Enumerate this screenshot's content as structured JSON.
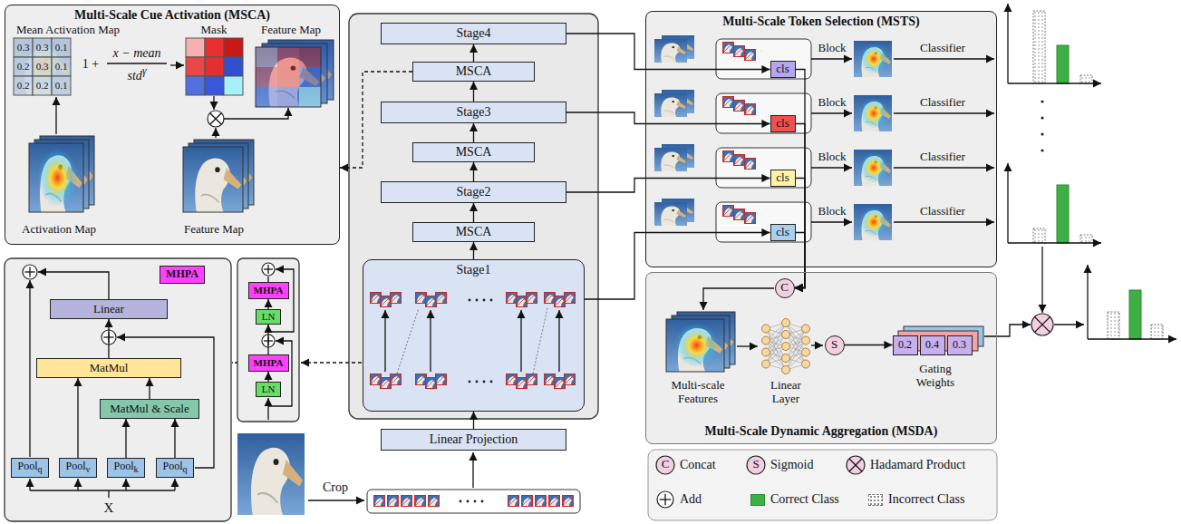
{
  "diagram": {
    "nodes": [
      {
        "text": [
          "Multi-Scale Cue Activation (MSCA)"
        ]
      },
      {
        "text": [
          "MHPA"
        ]
      },
      {
        "text": [
          "Linear"
        ]
      },
      {
        "text": [
          "MatMul"
        ]
      },
      {
        "text": [
          "MatMul & Scale"
        ]
      },
      {
        "text": [
          "Poolq"
        ]
      },
      {
        "text": [
          "Poolv"
        ]
      },
      {
        "text": [
          "Poolk"
        ]
      },
      {
        "text": [
          "Poolq"
        ]
      },
      {
        "text": [
          "MHPA"
        ]
      },
      {
        "text": [
          "LN"
        ]
      },
      {
        "text": [
          "MHPA"
        ]
      },
      {
        "text": [
          "LN"
        ]
      },
      {
        "text": [
          "Stage4"
        ]
      },
      {
        "text": [
          "MSCA"
        ]
      },
      {
        "text": [
          "Stage3"
        ]
      },
      {
        "text": [
          "MSCA"
        ]
      },
      {
        "text": [
          "Stage2"
        ]
      },
      {
        "text": [
          "MSCA"
        ]
      },
      {
        "text": [
          "Stage1"
        ]
      },
      {
        "text": [
          "Linear Projection"
        ]
      },
      {
        "text": [
          "Multi-Scale Token Selection (MSTS)"
        ]
      },
      {
        "text": [
          "cls"
        ],
        "in": 21
      },
      {
        "text": [
          "cls"
        ],
        "in": 21
      },
      {
        "text": [
          "cls"
        ],
        "in": 21
      },
      {
        "text": [
          "cls"
        ],
        "in": 21
      },
      {
        "text": [
          "Multi-Scale Dynamic Aggregation (MSDA)"
        ]
      },
      {
        "text": [
          "C"
        ],
        "in": 26
      },
      {
        "text": [
          "S"
        ],
        "in": 26
      },
      {
        "text": [
          "0.2"
        ],
        "in": 26
      },
      {
        "text": [
          "0.4"
        ],
        "in": 26
      },
      {
        "text": [
          "0.3"
        ],
        "in": 26
      }
    ],
    "edges": [
      {
        "from": 6,
        "to": 3,
        "arrow": "to"
      },
      {
        "from": 7,
        "to": 4,
        "arrow": "to"
      },
      {
        "from": 8,
        "to": 4,
        "arrow": "to"
      },
      {
        "from": 4,
        "to": 3,
        "arrow": "to"
      },
      {
        "from": 3,
        "to": 2,
        "arrow": "to"
      },
      {
        "from": 12,
        "to": 11,
        "arrow": "to"
      },
      {
        "from": 11,
        "to": 10,
        "arrow": "to"
      },
      {
        "from": 10,
        "to": 9,
        "arrow": "to"
      },
      {
        "from": 20,
        "to": 19,
        "arrow": "to"
      },
      {
        "from": 19,
        "to": 18,
        "arrow": "to"
      },
      {
        "from": 18,
        "to": 17,
        "arrow": "to"
      },
      {
        "from": 17,
        "to": 16,
        "arrow": "to"
      },
      {
        "from": 16,
        "to": 15,
        "arrow": "to"
      },
      {
        "from": 15,
        "to": 14,
        "arrow": "to"
      },
      {
        "from": 14,
        "to": 13,
        "arrow": "to"
      },
      {
        "from": 14,
        "to": 0,
        "arrow": "to"
      },
      {
        "from": 13,
        "to": 22,
        "arrow": "to"
      },
      {
        "from": 15,
        "to": 23,
        "arrow": "to"
      },
      {
        "from": 17,
        "to": 24,
        "arrow": "to"
      },
      {
        "from": 19,
        "to": 25,
        "arrow": "to"
      },
      {
        "from": 22,
        "to": 27,
        "arrow": "to"
      },
      {
        "from": 23,
        "to": 27,
        "arrow": "to"
      },
      {
        "from": 24,
        "to": 27,
        "arrow": "to"
      },
      {
        "from": 25,
        "to": 27,
        "arrow": "to"
      },
      {
        "from": 28,
        "to": 29,
        "arrow": "to"
      }
    ],
    "labels": [
      "Mean Activation Map",
      "0.3",
      "0.3",
      "0.1",
      "0.2",
      "0.3",
      "0.1",
      "0.2",
      "0.2",
      "0.1",
      "1 +",
      "x − mean",
      "stdγ",
      "Mask",
      "Feature Map",
      "Activation Map",
      "Feature Map",
      "X",
      "Crop",
      "Block",
      "Classifier",
      "Block",
      "Classifier",
      "Block",
      "Classifier",
      "Block",
      "Classifier",
      "Multi-scale Features",
      "Linear Layer",
      "Gating Weights",
      "C",
      "S"
    ],
    "legend": [
      {
        "text": "Concat"
      },
      {
        "text": "Sigmoid"
      },
      {
        "text": "Hadamard Product"
      },
      {
        "text": "Add"
      },
      {
        "text": "Correct Class",
        "color": "#3cb043"
      },
      {
        "text": "Incorrect Class"
      }
    ]
  }
}
